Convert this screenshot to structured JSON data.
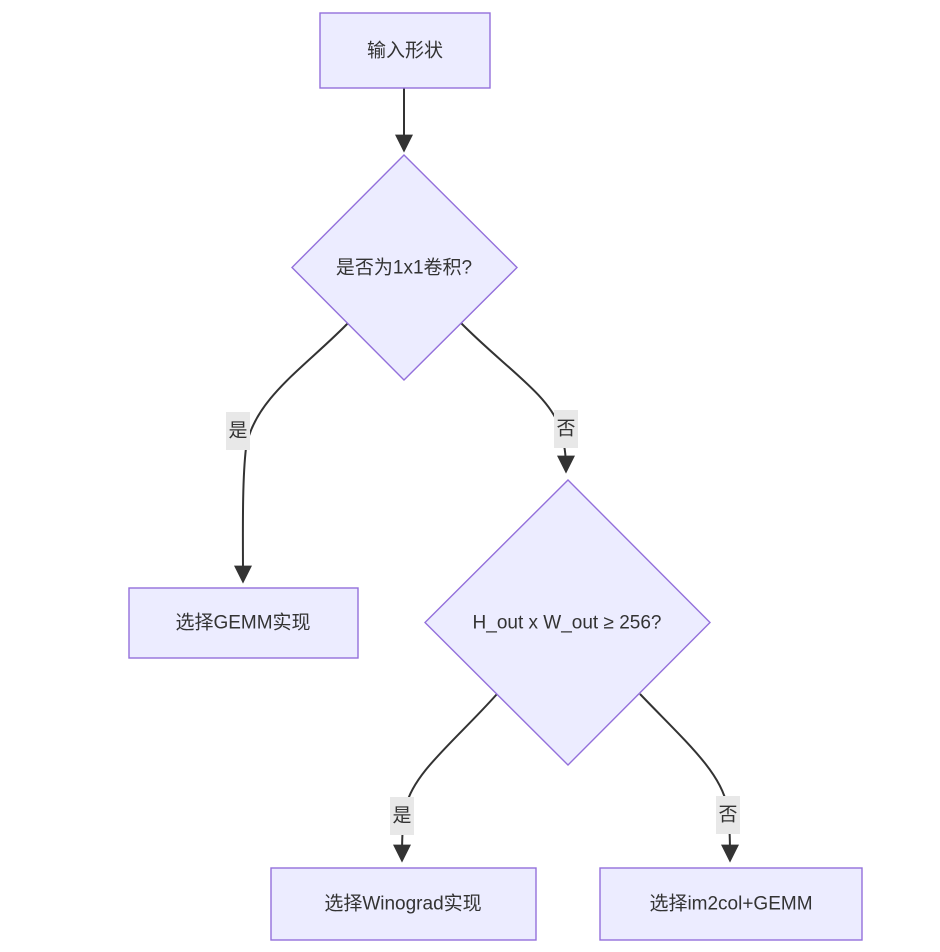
{
  "diagram": {
    "type": "flowchart",
    "direction": "top-down",
    "colors": {
      "node_fill": "#ECECFF",
      "node_border": "#9370DB",
      "edge": "#333333",
      "edge_label_bg": "#e8e8e8",
      "text": "#333333",
      "background": "#ffffff"
    },
    "nodes": {
      "input": {
        "shape": "rect",
        "label": "输入形状"
      },
      "decision1": {
        "shape": "diamond",
        "label": "是否为1x1卷积?"
      },
      "gemm": {
        "shape": "rect",
        "label": "选择GEMM实现"
      },
      "decision2": {
        "shape": "diamond",
        "label": "H_out x W_out ≥ 256?"
      },
      "winograd": {
        "shape": "rect",
        "label": "选择Winograd实现"
      },
      "im2col": {
        "shape": "rect",
        "label": "选择im2col+GEMM"
      }
    },
    "edges": [
      {
        "from": "input",
        "to": "decision1",
        "label": ""
      },
      {
        "from": "decision1",
        "to": "gemm",
        "label": "是"
      },
      {
        "from": "decision1",
        "to": "decision2",
        "label": "否"
      },
      {
        "from": "decision2",
        "to": "winograd",
        "label": "是"
      },
      {
        "from": "decision2",
        "to": "im2col",
        "label": "否"
      }
    ]
  }
}
